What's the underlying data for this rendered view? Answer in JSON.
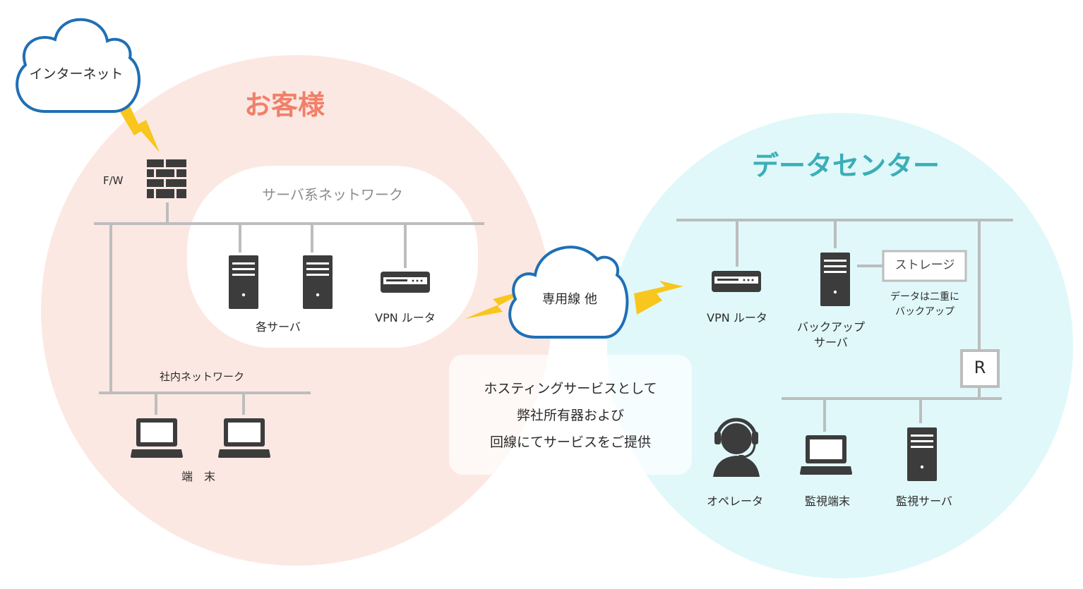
{
  "colors": {
    "customer_bg": "#fce8e2",
    "datacenter_bg": "#e0f8fa",
    "customer_title": "#f0806a",
    "datacenter_title": "#3aaeb8",
    "cloud_stroke": "#1f6fb5",
    "line": "#bdbdbd",
    "icon": "#3c3c3c",
    "lightning": "#f8c61c"
  },
  "customer": {
    "title": "お客様"
  },
  "datacenter": {
    "title": "データセンター"
  },
  "internet": {
    "label": "インターネット"
  },
  "firewall": {
    "label": "F/W"
  },
  "server_network": {
    "label": "サーバ系ネットワーク"
  },
  "customer_servers": {
    "label": "各サーバ"
  },
  "customer_vpn": {
    "label": "VPN ルータ"
  },
  "internal_network": {
    "label": "社内ネットワーク"
  },
  "terminals": {
    "label": "端　末"
  },
  "leased_line": {
    "label": "専用線 他"
  },
  "hosting_note": {
    "lines": [
      "ホスティングサービスとして",
      "弊社所有器および",
      "回線にてサービスをご提供"
    ]
  },
  "dc_vpn": {
    "label": "VPN ルータ"
  },
  "backup_server": {
    "lines": [
      "バックアップ",
      "サーバ"
    ]
  },
  "storage": {
    "label": "ストレージ"
  },
  "storage_note": {
    "lines": [
      "データは二重に",
      "バックアップ"
    ]
  },
  "router": {
    "label": "R"
  },
  "operator": {
    "label": "オペレータ"
  },
  "monitor_terminal": {
    "label": "監視端末"
  },
  "monitor_server": {
    "label": "監視サーバ"
  },
  "icons": {
    "cloud": "cloud-icon",
    "firewall": "brick-wall-icon",
    "server": "server-tower-icon",
    "router": "router-icon",
    "laptop": "laptop-icon",
    "operator": "headset-operator-icon",
    "lightning": "lightning-bolt-icon"
  }
}
